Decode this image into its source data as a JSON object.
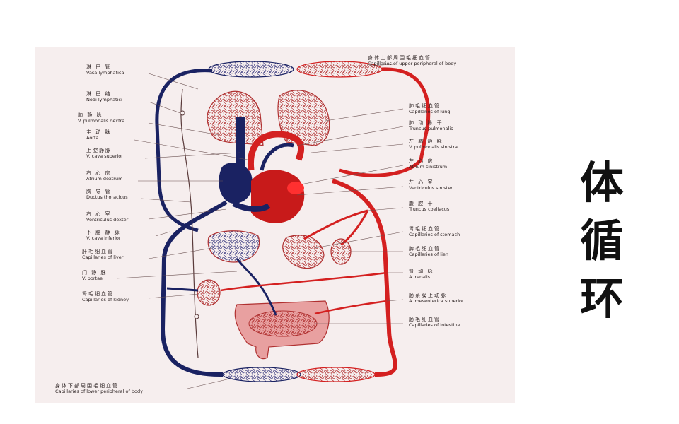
{
  "title_chars": [
    "体",
    "循",
    "环"
  ],
  "colors": {
    "artery": "#d42020",
    "vein": "#1a2262",
    "capillary": "#b03030",
    "organ": "#e8a0a0",
    "lymph": "#5a3b3b"
  },
  "labels_left": [
    {
      "zh": "淋 巴 管",
      "en": "Vasa lymphatica"
    },
    {
      "zh": "淋 巴 结",
      "en": "Nodi lymphatici"
    },
    {
      "zh": "肺 静 脉",
      "en": "V. pulmonalis dextra"
    },
    {
      "zh": "主 动 脉",
      "en": "Aorta"
    },
    {
      "zh": "上腔静脉",
      "en": "V. cava superior"
    },
    {
      "zh": "右 心 房",
      "en": "Atrium dextrum"
    },
    {
      "zh": "胸 导 管",
      "en": "Ductus thoracicus"
    },
    {
      "zh": "右 心 室",
      "en": "Ventriculus dexter"
    },
    {
      "zh": "下 腔 静 脉",
      "en": "V. cava inferior"
    },
    {
      "zh": "肝毛细血管",
      "en": "Capillaries of liver"
    },
    {
      "zh": "门 静 脉",
      "en": "V. portae"
    },
    {
      "zh": "肾毛细血管",
      "en": "Capillaries of kidney"
    }
  ],
  "labels_right": [
    {
      "zh": "身体上部周围毛细血管",
      "en": "Capillaries of upper peripheral of body"
    },
    {
      "zh": "肺毛细血管",
      "en": "Capillaries of lung"
    },
    {
      "zh": "肺 动 脉 干",
      "en": "Truncus pulmonalis"
    },
    {
      "zh": "左 肺 静 脉",
      "en": "V. pulmonalis sinistra"
    },
    {
      "zh": "左 心 房",
      "en": "Atrium sinistrum"
    },
    {
      "zh": "左 心 室",
      "en": "Ventriculus sinister"
    },
    {
      "zh": "腹 腔 干",
      "en": "Truncus coeliacus"
    },
    {
      "zh": "胃毛细血管",
      "en": "Capillaries of stomach"
    },
    {
      "zh": "脾毛细血管",
      "en": "Capillaries of lien"
    },
    {
      "zh": "肾 动 脉",
      "en": "A. renalis"
    },
    {
      "zh": "肠系膜上动脉",
      "en": "A. mesenterica superior"
    },
    {
      "zh": "肠毛细血管",
      "en": "Capillaries of intestine"
    }
  ],
  "label_bottom": {
    "zh": "身体下部周围毛细血管",
    "en": "Capillaries of lower peripheral of body"
  }
}
